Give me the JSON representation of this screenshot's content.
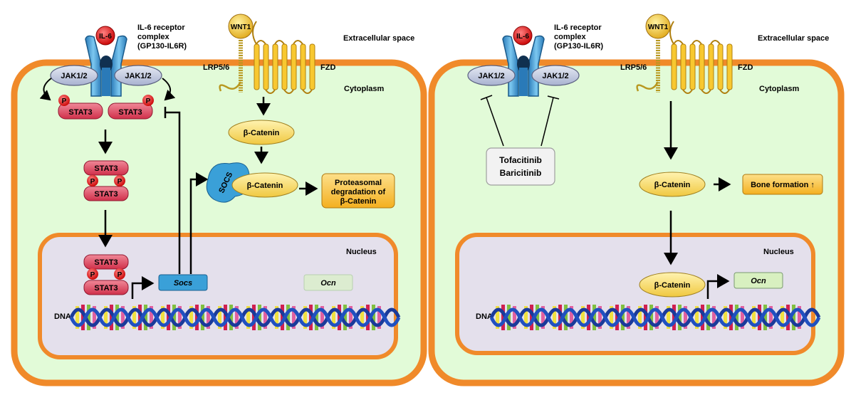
{
  "left": {
    "receptor_ligand": "IL-6",
    "receptor_label": [
      "IL-6 receptor",
      "complex",
      "(GP130-IL6R)"
    ],
    "wnt": "WNT1",
    "extracellular": "Extracellular space",
    "cytoplasm": "Cytoplasm",
    "lrp": "LRP5/6",
    "fzd": "FZD",
    "jak_left": "JAK1/2",
    "jak_right": "JAK1/2",
    "p": "P",
    "stat3": "STAT3",
    "beta_catenin": "β-Catenin",
    "socs_protein": "SOCS",
    "proteasomal": [
      "Proteasomal",
      "degradation of",
      "β-Catenin"
    ],
    "nucleus": "Nucleus",
    "socs_gene": "Socs",
    "ocn_gene": "Ocn",
    "dna": "DNA"
  },
  "right": {
    "receptor_ligand": "IL-6",
    "receptor_label": [
      "IL-6 receptor",
      "complex",
      "(GP130-IL6R)"
    ],
    "wnt": "WNT1",
    "extracellular": "Extracellular space",
    "cytoplasm": "Cytoplasm",
    "lrp": "LRP5/6",
    "fzd": "FZD",
    "jak_left": "JAK1/2",
    "jak_right": "JAK1/2",
    "drugs": [
      "Tofacitinib",
      "Baricitinib"
    ],
    "beta_catenin_cyto": "β-Catenin",
    "bone_formation": "Bone formation ↑",
    "nucleus": "Nucleus",
    "beta_catenin_nuc": "β-Catenin",
    "ocn_gene": "Ocn",
    "dna": "DNA"
  },
  "colors": {
    "cell_fill": "#e2fbd8",
    "cell_border": "#f08a2a",
    "nucleus_fill": "#e4e0ec",
    "receptor": "#3aa0d8",
    "il6": "#e02020",
    "jak": "#c4cbe0",
    "stat3": "#e04860",
    "catenin": "#f8d858",
    "socs": "#3aa0d8",
    "output_box": "#f8c030",
    "ocn_active": "#d8f0c0",
    "ocn_inactive": "#dcecd0"
  }
}
